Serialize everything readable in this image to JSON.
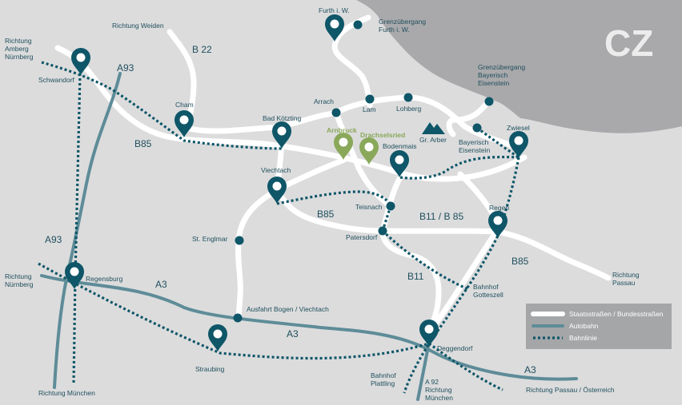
{
  "country_label": "CZ",
  "colors": {
    "background": "#dcdcdd",
    "border_area": "#a9a9ab",
    "road": "#ffffff",
    "autobahn": "#5e8c98",
    "rail": "#0e5668",
    "marker": "#0e5668",
    "marker_highlight": "#8aa85a",
    "legend_bg": "#a4a6a8"
  },
  "places": {
    "furth": "Furth i. W.",
    "grenze_furth_1": "Grenzübergang",
    "grenze_furth_2": "Furth i. W.",
    "richtung_weiden": "Richtung Weiden",
    "richtung_amberg_1": "Richtung",
    "richtung_amberg_2": "Amberg",
    "richtung_amberg_3": "Nürnberg",
    "schwandorf": "Schwandorf",
    "cham": "Cham",
    "bad_koetzting": "Bad Kötzting",
    "arrach": "Arrach",
    "lam": "Lam",
    "lohberg": "Lohberg",
    "grenze_eisenstein_1": "Grenzübergang",
    "grenze_eisenstein_2": "Bayerisch",
    "grenze_eisenstein_3": "Eisenstein",
    "gr_arber": "Gr. Arber",
    "bay_eisenstein_1": "Bayerisch",
    "bay_eisenstein_2": "Eisenstein",
    "zwiesel": "Zwiesel",
    "arnbruck": "Arnbruck",
    "drachselsried": "Drachselsried",
    "bodenmais": "Bodenmais",
    "viechtach": "Viechtach",
    "teisnach": "Teisnach",
    "regen": "Regen",
    "patersdorf": "Patersdorf",
    "st_englmar": "St. Englmar",
    "richtung_nuernberg_1": "Richtung",
    "richtung_nuernberg_2": "Nürnberg",
    "regensburg": "Regensburg",
    "ausfahrt_bogen": "Ausfahrt Bogen / Viechtach",
    "straubing": "Straubing",
    "bahnhof_gotteszell_1": "Bahnhof",
    "bahnhof_gotteszell_2": "Gotteszell",
    "deggendorf": "Deggendorf",
    "bahnhof_plattling_1": "Bahnhof",
    "bahnhof_plattling_2": "Plattling",
    "a92_richtung_1": "A 92",
    "a92_richtung_2": "Richtung",
    "a92_richtung_3": "München",
    "richtung_muenchen": "Richtung München",
    "richtung_passau_oesterreich": "Richtung Passau / Österreich",
    "richtung_passau_1": "Richtung",
    "richtung_passau_2": "Passau"
  },
  "roads": {
    "b22": "B 22",
    "a93_top": "A93",
    "a93_mid": "A93",
    "b85_west": "B85",
    "b85_center": "B85",
    "b11_b85": "B11 / B 85",
    "b85_east": "B85",
    "b11": "B11",
    "a3_west": "A3",
    "a3_center": "A3",
    "a3_east": "A3"
  },
  "legend": {
    "roads": "Staatsstraßen / Bundesstraßen",
    "autobahn": "Autobahn",
    "rail": "Bahnlinie"
  }
}
